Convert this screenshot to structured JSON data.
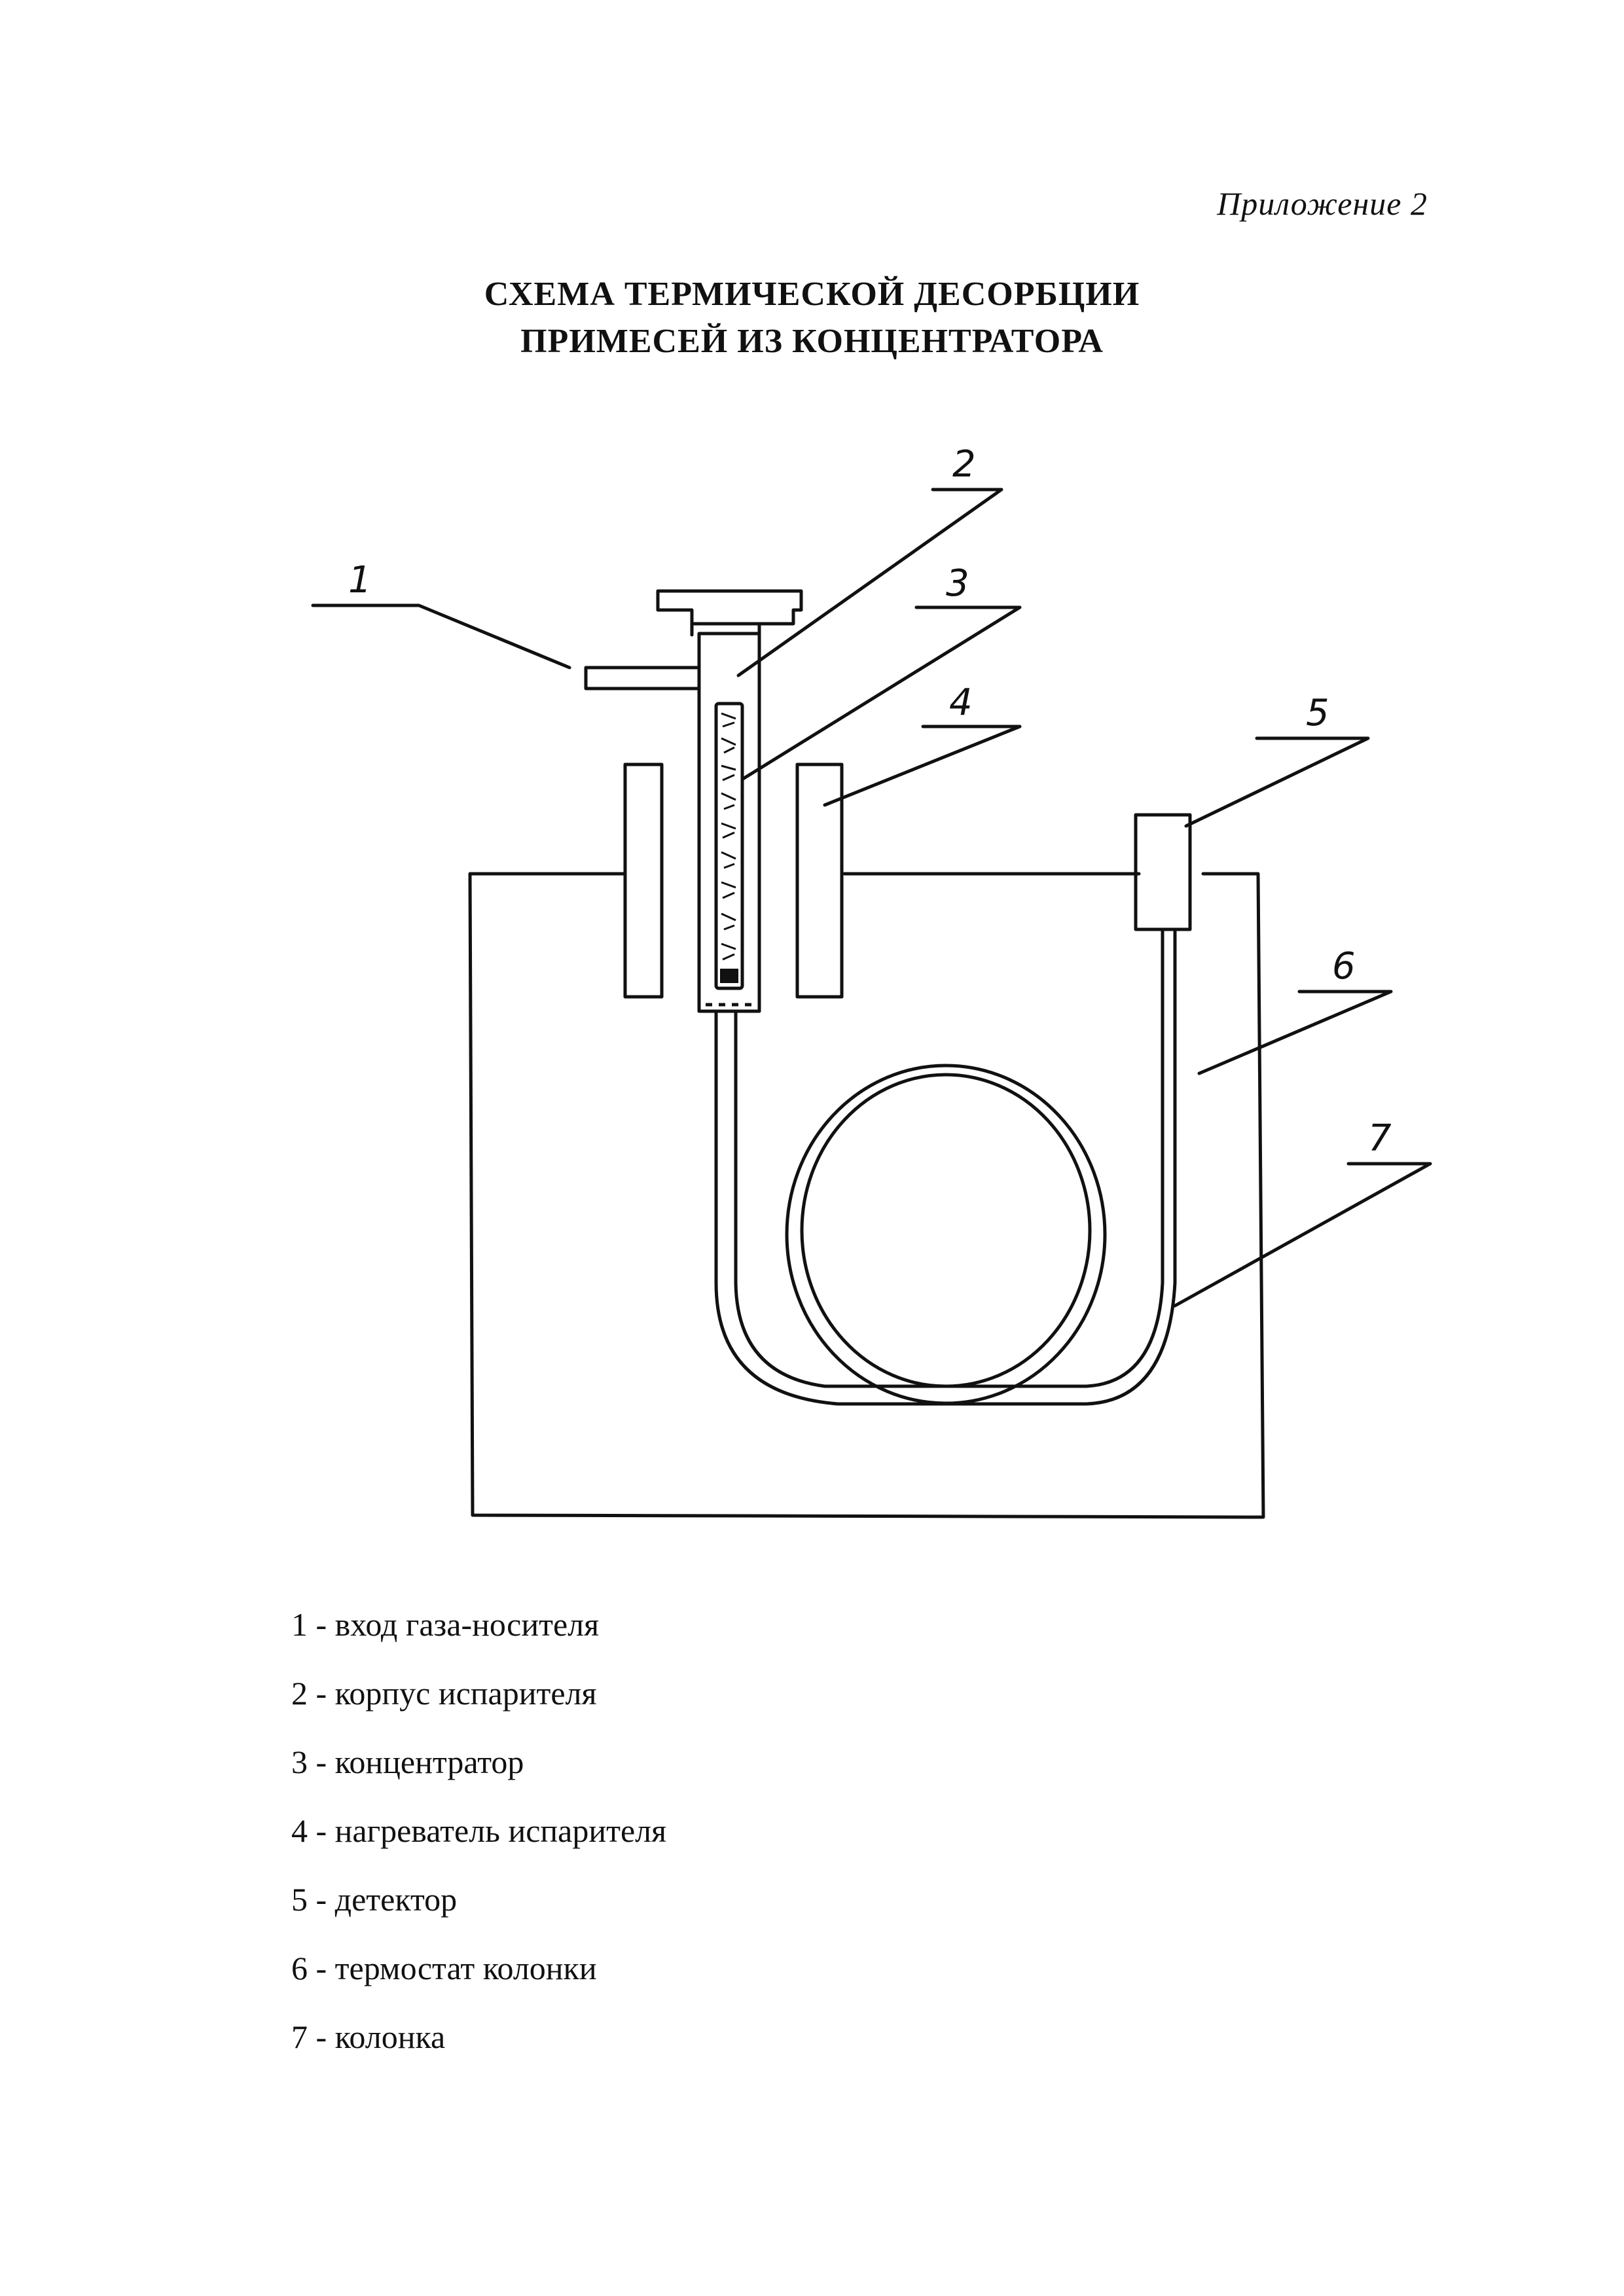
{
  "appendix_label": "Приложение 2",
  "title": {
    "line1": "СХЕМА ТЕРМИЧЕСКОЙ ДЕСОРБЦИИ",
    "line2": "ПРИМЕСЕЙ ИЗ КОНЦЕНТРАТОРА"
  },
  "callouts": [
    "1",
    "2",
    "3",
    "4",
    "5",
    "6",
    "7"
  ],
  "legend": [
    "1 - вход газа-носителя",
    "2 - корпус испарителя",
    "3 - концентратор",
    "4 - нагреватель испарителя",
    "5 - детектор",
    "6 - термостат колонки",
    "7 - колонка"
  ]
}
